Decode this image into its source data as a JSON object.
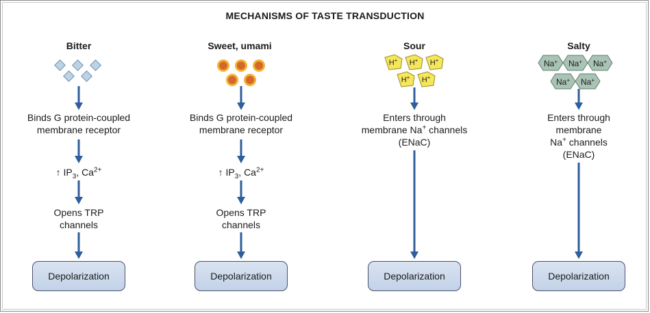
{
  "title": "MECHANISMS OF TASTE TRANSDUCTION",
  "columns": [
    {
      "heading": "Bitter",
      "step1": [
        "Binds G protein-coupled",
        "membrane receptor"
      ],
      "step2": {
        "up_arrow": "↑",
        "a": "IP",
        "a_sub": "3",
        "b": ", Ca",
        "b_sup": "2+"
      },
      "step3": [
        "Opens TRP",
        "channels"
      ],
      "result": "Depolarization"
    },
    {
      "heading": "Sweet, umami",
      "step1": [
        "Binds G protein-coupled",
        "membrane receptor"
      ],
      "step2": {
        "up_arrow": "↑",
        "a": "IP",
        "a_sub": "3",
        "b": ", Ca",
        "b_sup": "2+"
      },
      "step3": [
        "Opens TRP",
        "channels"
      ],
      "result": "Depolarization"
    },
    {
      "heading": "Sour",
      "ion_label": "H",
      "ion_sup": "+",
      "step1": {
        "line1": "Enters through",
        "line2a": "membrane Na",
        "line2sup": "+",
        "line2b": " channels",
        "line3": "(ENaC)"
      },
      "result": "Depolarization"
    },
    {
      "heading": "Salty",
      "ion_label": "Na",
      "ion_sup": "+",
      "step1": {
        "line1": "Enters through",
        "line2": "membrane",
        "line3a": "Na",
        "line3sup": "+",
        "line3b": " channels",
        "line4": "(ENaC)"
      },
      "result": "Depolarization"
    }
  ],
  "colors": {
    "arrow": "#2e5e9b",
    "bitter_molecule": "#bcd3e6",
    "sweet_molecule_outer": "#f2b134",
    "sweet_molecule_inner": "#d2692a",
    "proton": "#f5e65a",
    "sodium": "#a9c3b5",
    "result_box": "#cbd8ec"
  }
}
